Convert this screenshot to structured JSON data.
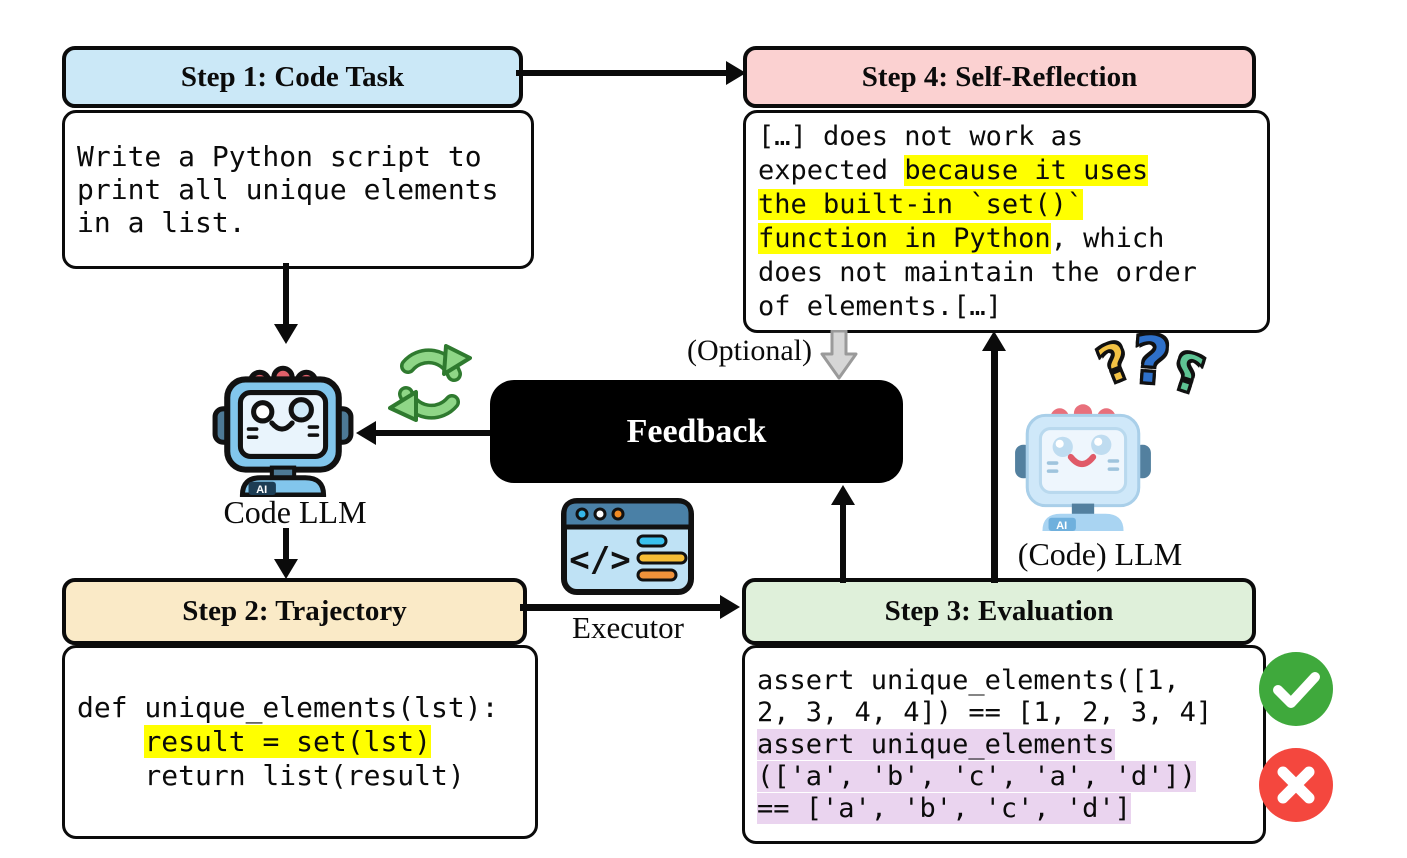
{
  "figure": {
    "step1": {
      "title": "Step 1: Code Task",
      "lines": [
        "Write a Python script to",
        "print all unique elements",
        "in a list."
      ]
    },
    "step2": {
      "title": "Step 2: Trajectory",
      "code": {
        "l1": "def unique_elements(lst):",
        "l2_indent": "    ",
        "l2_hl": "result = set(lst)",
        "l3": "    return list(result)"
      }
    },
    "step3": {
      "title": "Step 3: Evaluation",
      "pass_lines": [
        "assert unique_elements([1,",
        "2, 3, 4, 4]) == [1, 2, 3, 4]"
      ],
      "fail_lines": [
        "assert unique_elements",
        "(['a', 'b', 'c', 'a', 'd'])",
        "== ['a', 'b', 'c', 'd']"
      ]
    },
    "step4": {
      "title": "Step 4: Self-Reflection",
      "l1": "[…] does not work as",
      "l2_pre": "expected ",
      "l2_hl": "because it uses",
      "l3_hl": "the built-in `set()`",
      "l4_hl": "function in Python",
      "l4_post": ", which",
      "l5": "does not maintain the order",
      "l6": "of elements.[…]"
    },
    "feedback": {
      "label": "Feedback"
    },
    "labels": {
      "optional": "(Optional)",
      "code_llm": "Code LLM",
      "code_llm_right": "(Code) LLM",
      "executor": "Executor",
      "ai_badge": "AI"
    },
    "icons": {
      "refresh": "refresh-cycle-icon",
      "question_marks": [
        "?",
        "?",
        "?"
      ],
      "executor_glyph": "</>",
      "pass": "check-circle-icon",
      "fail": "cross-circle-icon",
      "optional_arrow": "gray-down-block-arrow"
    },
    "colors": {
      "step1_header_bg": "#cbe8f7",
      "step2_header_bg": "#faeac7",
      "step3_header_bg": "#dff0da",
      "step4_header_bg": "#fbd1d1",
      "highlight_yellow": "#ffff00",
      "highlight_purple": "#ead4ef",
      "feedback_bg": "#000000",
      "pass_green": "#3fa93c",
      "fail_red": "#f4473e",
      "optional_arrow_gray": "#d6d6d6"
    }
  }
}
